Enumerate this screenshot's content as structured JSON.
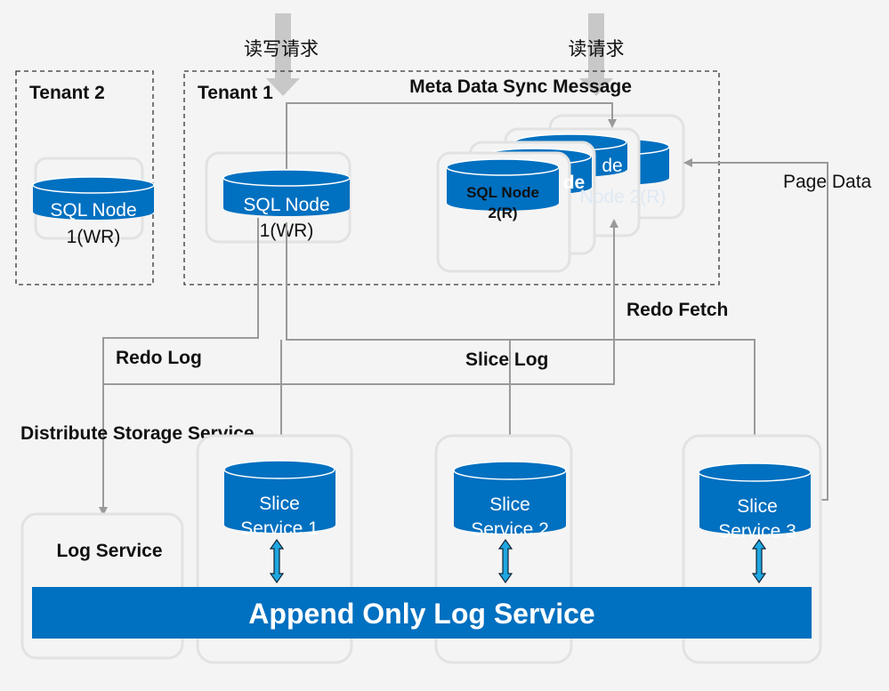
{
  "colors": {
    "primary_blue": "#0070c0",
    "arrow_cyan": "#1ea7e0",
    "line_gray": "#9a9a9a",
    "background": "#f4f4f4"
  },
  "requests": {
    "read_write": "读写请求",
    "read": "读请求"
  },
  "tenant2": {
    "title": "Tenant 2",
    "node_line1": "SQL Node",
    "node_line2": "1(WR)"
  },
  "tenant1": {
    "title": "Tenant 1",
    "node_line1": "SQL Node",
    "node_line2": "1(WR)",
    "replica_line1": "SQL Node",
    "replica_line2": "2(R)",
    "replica_back_fragment": "Node 2(R)",
    "replica_fragment": "de"
  },
  "labels": {
    "meta_sync": "Meta Data Sync Message",
    "page_data": "Page Data",
    "redo_fetch": "Redo Fetch",
    "redo_log": "Redo Log",
    "slice_log": "Slice Log",
    "storage": "Distribute Storage Service"
  },
  "log_service": "Log Service",
  "slices": [
    {
      "line1": "Slice",
      "line2": "Service 1"
    },
    {
      "line1": "Slice",
      "line2": "Service 2"
    },
    {
      "line1": "Slice",
      "line2": "Service 3"
    }
  ],
  "append_log": "Append Only Log Service"
}
